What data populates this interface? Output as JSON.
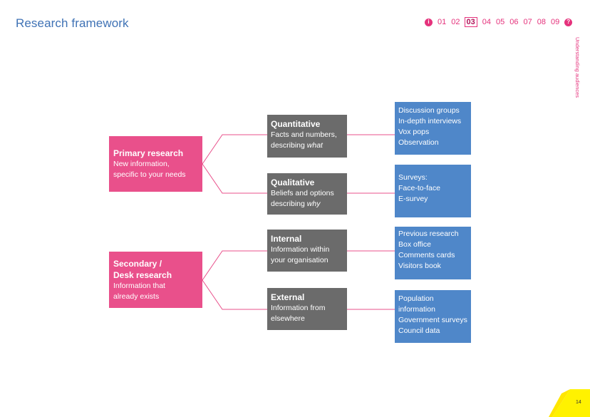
{
  "header": {
    "title": "Research framework",
    "pager": {
      "info_icon": "i",
      "pages": [
        "01",
        "02",
        "03",
        "04",
        "05",
        "06",
        "07",
        "08",
        "09"
      ],
      "active": "03",
      "help_icon": "?"
    },
    "side_tab": "Understanding audiences"
  },
  "diagram": {
    "primary": {
      "heading": "Primary research",
      "line1": "New information,",
      "line2": "specific to your needs"
    },
    "secondary": {
      "heading1": "Secondary /",
      "heading2": "Desk research",
      "line1": "Information that",
      "line2": "already exists"
    },
    "quantitative": {
      "heading": "Quantitative",
      "line1": "Facts and numbers,",
      "line2_pre": "describing ",
      "line2_em": "what"
    },
    "qualitative": {
      "heading": "Qualitative",
      "line1": "Beliefs and options",
      "line2_pre": "describing ",
      "line2_em": "why"
    },
    "internal": {
      "heading": "Internal",
      "line1": "Information within",
      "line2": "your organisation"
    },
    "external": {
      "heading": "External",
      "line1": "Information from",
      "line2": "elsewhere"
    },
    "methods_quant": [
      "Discussion groups",
      "In-depth interviews",
      "Vox pops",
      "Observation"
    ],
    "methods_qual": [
      "Surveys:",
      "Face-to-face",
      "E-survey"
    ],
    "sources_internal": [
      "Previous research",
      "Box office",
      "Comments cards",
      "Visitors book"
    ],
    "sources_external": [
      "Population",
      "information",
      "Government surveys",
      "Council data"
    ]
  },
  "footer": {
    "page_number": "14"
  },
  "colors": {
    "pink": "#e9508b",
    "grey": "#6b6b6b",
    "blue": "#4f87c9",
    "title_blue": "#3f72b5",
    "accent_pink": "#e5327c",
    "yellow": "#fff200"
  }
}
